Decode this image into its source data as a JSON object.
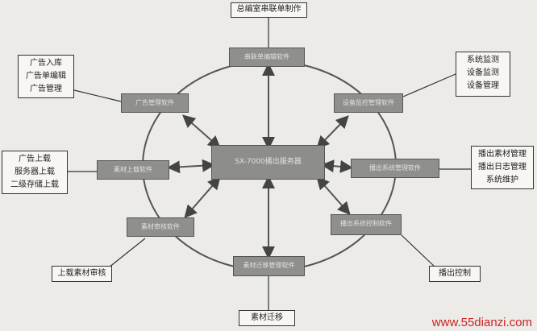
{
  "center": "SX-7000播出服务器",
  "top_box": "总编室串联单制作",
  "bottom_box": "素材迁移",
  "modules": {
    "top": "串联单编辑软件",
    "upper_left": "广告管理软件",
    "upper_right": "设备监控管理软件",
    "left": "素材上载软件",
    "right": "播出系统管理软件",
    "lower_left": "素材审核软件",
    "lower_right": "播出系统控制软件",
    "bottom": "素材迁移管理软件"
  },
  "boxes": {
    "upper_left": [
      "广告入库",
      "广告单编辑",
      "广告管理"
    ],
    "left": [
      "广告上载",
      "服务器上载",
      "二级存储上载"
    ],
    "lower_left": [
      "上载素材审核"
    ],
    "upper_right": [
      "系统监测",
      "设备监测",
      "设备管理"
    ],
    "right": [
      "播出素材管理",
      "播出日志管理",
      "系统维护"
    ],
    "lower_right": [
      "播出控制"
    ]
  },
  "watermark": "www.55dianzi.com"
}
